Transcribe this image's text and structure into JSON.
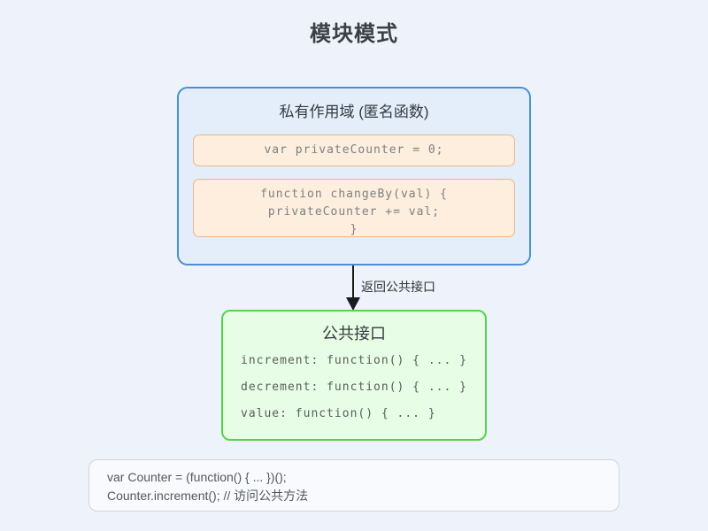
{
  "title": "模块模式",
  "private_scope": {
    "title": "私有作用域 (匿名函数)",
    "code_block_1": "var privateCounter = 0;",
    "code_block_2": "function changeBy(val) {\nprivateCounter += val;\n}"
  },
  "arrow": {
    "label": "返回公共接口"
  },
  "public_interface": {
    "title": "公共接口",
    "methods": [
      "increment: function() { ... }",
      "decrement: function() { ... }",
      "value: function() { ... }"
    ]
  },
  "usage": {
    "lines": [
      "var Counter = (function() { ... })();",
      "Counter.increment(); // 访问公共方法"
    ]
  },
  "colors": {
    "page_bg": "#edf2fb",
    "private_scope_border": "#4a8fd6",
    "private_scope_bg": "#e4eefa",
    "code_box_border": "#eab68c",
    "code_box_bg": "#fdeedd",
    "public_interface_border": "#52d54c",
    "public_interface_bg": "#e8fde6",
    "arrow": "#1b1b1b",
    "usage_bg": "#f8fafd",
    "usage_border": "#d2d4da"
  }
}
